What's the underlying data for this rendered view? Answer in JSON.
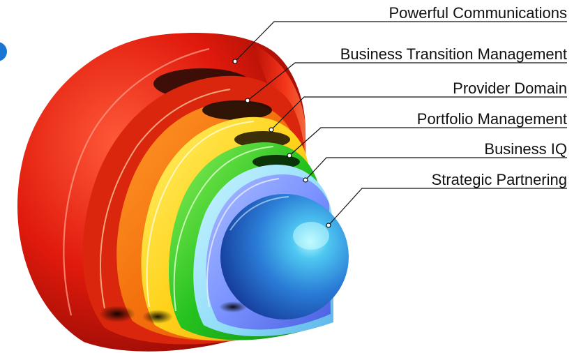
{
  "diagram": {
    "layers": [
      {
        "label": "Powerful Communications",
        "color": "#d81e10"
      },
      {
        "label": "Business Transition Management",
        "color": "#f06a10"
      },
      {
        "label": "Provider Domain",
        "color": "#ffd21a"
      },
      {
        "label": "Portfolio Management",
        "color": "#25c21f"
      },
      {
        "label": "Business IQ",
        "color": "#8aa8ff"
      },
      {
        "label": "Strategic Partnering",
        "color": "#2f6fd8"
      }
    ],
    "accent": "#1976d2"
  }
}
